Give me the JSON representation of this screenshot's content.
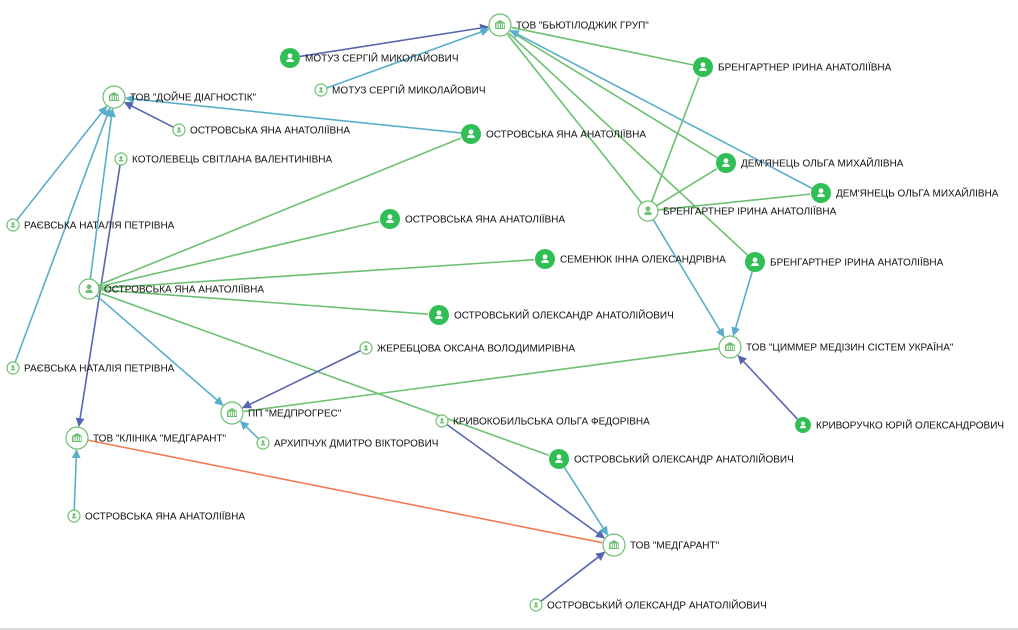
{
  "colors": {
    "edge_green": "#6cc070",
    "edge_blue": "#5aaecc",
    "edge_navy": "#5866b0",
    "edge_orange": "#f07e50",
    "node_fill_green": "#2fbf55",
    "node_outline": "#6cc070"
  },
  "icons": {
    "company": "building-icon",
    "person": "person-icon"
  },
  "nodes": [
    {
      "id": "beauty",
      "label": "ТОВ \"БЬЮТІЛОДЖИК ГРУП\"",
      "kind": "company",
      "style": "outline"
    },
    {
      "id": "deutsche",
      "label": "ТОВ \"ДОЙЧЕ ДІАГНОСТІК\"",
      "kind": "company",
      "style": "outline"
    },
    {
      "id": "zimmer",
      "label": "ТОВ \"ЦИММЕР МЕДІЗИН СІСТЕМ УКРАЇНА\"",
      "kind": "company",
      "style": "outline"
    },
    {
      "id": "medprogres",
      "label": "ПП \"МЕДПРОГРЕС\"",
      "kind": "company",
      "style": "outline"
    },
    {
      "id": "klinika",
      "label": "ТОВ \"КЛІНІКА \"МЕДГАРАНТ\"",
      "kind": "company",
      "style": "outline"
    },
    {
      "id": "medgarant",
      "label": "ТОВ \"МЕДГАРАНТ\"",
      "kind": "company",
      "style": "outline"
    },
    {
      "id": "motuz1",
      "label": "МОТУЗ СЕРГІЙ МИКОЛАЙОВИЧ",
      "kind": "person",
      "style": "filled"
    },
    {
      "id": "motuz2",
      "label": "МОТУЗ СЕРГІЙ МИКОЛАЙОВИЧ",
      "kind": "person",
      "style": "outline"
    },
    {
      "id": "brengartner1",
      "label": "БРЕНГАРТНЕР ІРИНА АНАТОЛІЇВНА",
      "kind": "person",
      "style": "filled"
    },
    {
      "id": "ostr_dd",
      "label": "ОСТРОВСЬКА ЯНА АНАТОЛІЇВНА",
      "kind": "person",
      "style": "outline"
    },
    {
      "id": "ostr_a",
      "label": "ОСТРОВСЬКА ЯНА АНАТОЛІЇВНА",
      "kind": "person",
      "style": "filled"
    },
    {
      "id": "kotolevets",
      "label": "КОТОЛЕВЕЦЬ СВІТЛАНА ВАЛЕНТИНІВНА",
      "kind": "person",
      "style": "outline"
    },
    {
      "id": "demianets1",
      "label": "ДЕМ'ЯНЕЦЬ ОЛЬГА МИХАЙЛІВНА",
      "kind": "person",
      "style": "filled"
    },
    {
      "id": "demianets2",
      "label": "ДЕМ'ЯНЕЦЬ ОЛЬГА МИХАЙЛІВНА",
      "kind": "person",
      "style": "filled"
    },
    {
      "id": "brengartner2",
      "label": "БРЕНГАРТНЕР ІРИНА АНАТОЛІЇВНА",
      "kind": "person",
      "style": "outline"
    },
    {
      "id": "raievska1",
      "label": "РАЄВСЬКА НАТАЛІЯ ПЕТРІВНА",
      "kind": "person",
      "style": "outline"
    },
    {
      "id": "ostr_b",
      "label": "ОСТРОВСЬКА ЯНА АНАТОЛІЇВНА",
      "kind": "person",
      "style": "filled"
    },
    {
      "id": "semeniuk",
      "label": "СЕМЕНЮК ІННА ОЛЕКСАНДРІВНА",
      "kind": "person",
      "style": "filled"
    },
    {
      "id": "brengartner3",
      "label": "БРЕНГАРТНЕР ІРИНА АНАТОЛІЇВНА",
      "kind": "person",
      "style": "filled"
    },
    {
      "id": "ostr_center",
      "label": "ОСТРОВСЬКА ЯНА АНАТОЛІЇВНА",
      "kind": "person",
      "style": "outline"
    },
    {
      "id": "ostrovskyi1",
      "label": "ОСТРОВСЬКИЙ ОЛЕКСАНДР АНАТОЛІЙОВИЧ",
      "kind": "person",
      "style": "filled"
    },
    {
      "id": "zherebtsova",
      "label": "ЖЕРЕБЦОВА ОКСАНА ВОЛОДИМИРІВНА",
      "kind": "person",
      "style": "outline"
    },
    {
      "id": "raievska2",
      "label": "РАЄВСЬКА НАТАЛІЯ ПЕТРІВНА",
      "kind": "person",
      "style": "outline"
    },
    {
      "id": "kryvokobylska",
      "label": "КРИВОКОБИЛЬСЬКА ОЛЬГА ФЕДОРІВНА",
      "kind": "person",
      "style": "outline"
    },
    {
      "id": "kryvoruchko",
      "label": "КРИВОРУЧКО ЮРІЙ ОЛЕКСАНДРОВИЧ",
      "kind": "person",
      "style": "filled"
    },
    {
      "id": "arkhypchuk",
      "label": "АРХИПЧУК ДМИТРО ВІКТОРОВИЧ",
      "kind": "person",
      "style": "outline"
    },
    {
      "id": "ostrovskyi2",
      "label": "ОСТРОВСЬКИЙ ОЛЕКСАНДР АНАТОЛІЙОВИЧ",
      "kind": "person",
      "style": "filled"
    },
    {
      "id": "ostr_klinika",
      "label": "ОСТРОВСЬКА ЯНА АНАТОЛІЇВНА",
      "kind": "person",
      "style": "outline"
    },
    {
      "id": "ostrovskyi3",
      "label": "ОСТРОВСЬКИЙ ОЛЕКСАНДР АНАТОЛІЙОВИЧ",
      "kind": "person",
      "style": "outline"
    }
  ],
  "edges": [
    {
      "from": "motuz1",
      "to": "beauty",
      "type": "navy",
      "arrow": true
    },
    {
      "from": "motuz2",
      "to": "beauty",
      "type": "blue",
      "arrow": true
    },
    {
      "from": "brengartner1",
      "to": "beauty",
      "type": "green",
      "arrow": false
    },
    {
      "from": "demianets1",
      "to": "beauty",
      "type": "green",
      "arrow": false
    },
    {
      "from": "demianets2",
      "to": "beauty",
      "type": "blue",
      "arrow": true
    },
    {
      "from": "brengartner2",
      "to": "beauty",
      "type": "green",
      "arrow": false
    },
    {
      "from": "brengartner3",
      "to": "beauty",
      "type": "green",
      "arrow": false
    },
    {
      "from": "brengartner2",
      "to": "brengartner1",
      "type": "green",
      "arrow": false
    },
    {
      "from": "brengartner2",
      "to": "demianets1",
      "type": "green",
      "arrow": false
    },
    {
      "from": "brengartner2",
      "to": "demianets2",
      "type": "green",
      "arrow": false
    },
    {
      "from": "brengartner2",
      "to": "zimmer",
      "type": "blue",
      "arrow": true
    },
    {
      "from": "brengartner3",
      "to": "zimmer",
      "type": "blue",
      "arrow": true
    },
    {
      "from": "kryvoruchko",
      "to": "zimmer",
      "type": "navy",
      "arrow": true
    },
    {
      "from": "ostr_dd",
      "to": "deutsche",
      "type": "navy",
      "arrow": true
    },
    {
      "from": "ostr_a",
      "to": "deutsche",
      "type": "blue",
      "arrow": true
    },
    {
      "from": "raievska1",
      "to": "deutsche",
      "type": "blue",
      "arrow": true
    },
    {
      "from": "raievska2",
      "to": "deutsche",
      "type": "blue",
      "arrow": true
    },
    {
      "from": "ostr_center",
      "to": "deutsche",
      "type": "blue",
      "arrow": true
    },
    {
      "from": "kotolevets",
      "to": "klinika",
      "type": "navy",
      "arrow": true
    },
    {
      "from": "ostr_klinika",
      "to": "klinika",
      "type": "blue",
      "arrow": true
    },
    {
      "from": "ostr_center",
      "to": "ostr_a",
      "type": "green",
      "arrow": false
    },
    {
      "from": "ostr_center",
      "to": "ostr_b",
      "type": "green",
      "arrow": false
    },
    {
      "from": "ostr_center",
      "to": "semeniuk",
      "type": "green",
      "arrow": false
    },
    {
      "from": "ostr_center",
      "to": "ostrovskyi1",
      "type": "green",
      "arrow": false
    },
    {
      "from": "ostr_center",
      "to": "ostrovskyi2",
      "type": "green",
      "arrow": false
    },
    {
      "from": "ostr_center",
      "to": "medprogres",
      "type": "blue",
      "arrow": true
    },
    {
      "from": "zimmer",
      "to": "medprogres",
      "type": "green",
      "arrow": false
    },
    {
      "from": "zherebtsova",
      "to": "medprogres",
      "type": "navy",
      "arrow": true
    },
    {
      "from": "arkhypchuk",
      "to": "medprogres",
      "type": "blue",
      "arrow": true
    },
    {
      "from": "kryvokobylska",
      "to": "medgarant",
      "type": "navy",
      "arrow": true
    },
    {
      "from": "ostrovskyi2",
      "to": "medgarant",
      "type": "blue",
      "arrow": true
    },
    {
      "from": "ostrovskyi3",
      "to": "medgarant",
      "type": "navy",
      "arrow": true
    },
    {
      "from": "klinika",
      "to": "medgarant",
      "type": "orange",
      "arrow": false
    }
  ]
}
